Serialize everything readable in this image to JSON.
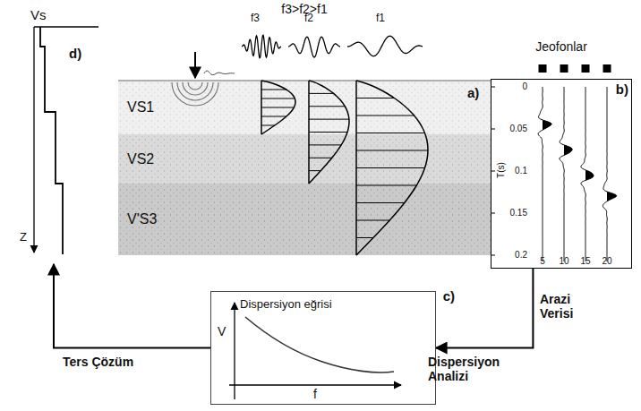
{
  "diagram": {
    "nodes": [
      {
        "text": [
          "VS1"
        ]
      },
      {
        "text": [
          "VS2"
        ]
      },
      {
        "text": [
          "V'S3"
        ]
      },
      {
        "text": [
          "b)"
        ]
      },
      {
        "text": [
          "Dispersiyon eğrisi",
          "c)"
        ]
      },
      {
        "text": [
          "d)"
        ]
      }
    ],
    "edges": [
      {
        "from": 3,
        "to": 4,
        "arrow": "to",
        "label": "Arazi Verisi"
      },
      {
        "from": 4,
        "to": 5,
        "arrow": "to",
        "label": "Ters Çözüm"
      }
    ],
    "labels": [
      "f3>f2>f1",
      "f3",
      "f2",
      "f1",
      "a)",
      "Jeofonlar",
      "0",
      "0.05",
      "0.1",
      "0.15",
      "0.2",
      "T(s)",
      "5",
      "10",
      "15",
      "20",
      "Dispersiyon Analizi",
      "V",
      "f",
      "Vs",
      "Z"
    ]
  }
}
